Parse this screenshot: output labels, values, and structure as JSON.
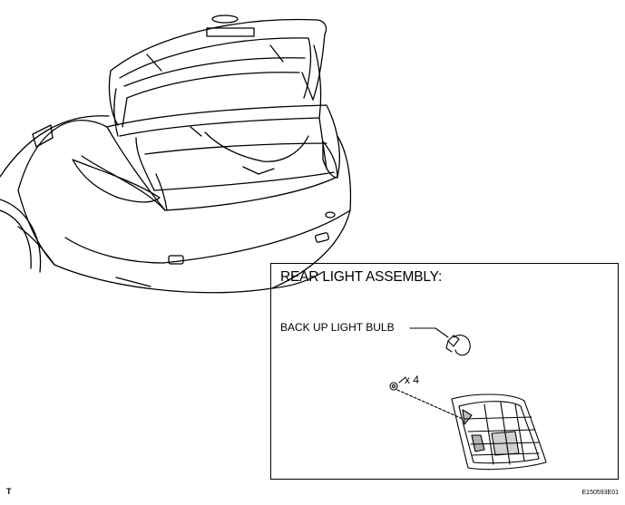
{
  "callout": {
    "title": "REAR LIGHT ASSEMBLY:",
    "bulb_label": "BACK UP LIGHT BULB",
    "screw_qty": "x 4"
  },
  "footer": {
    "corner_mark": "T",
    "figure_id": "E150593E01"
  },
  "icons": {
    "car": "car-rear-open-trunk-illustration",
    "bulb": "wedge-bulb-icon",
    "screw": "screw-nut-icon",
    "lens": "rear-light-lens-illustration"
  },
  "colors": {
    "line": "#000000",
    "background": "#ffffff"
  }
}
